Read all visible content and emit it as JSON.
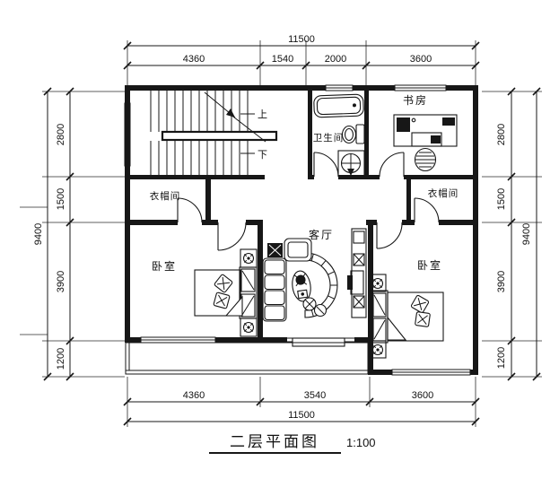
{
  "drawing": {
    "title": "二层平面图",
    "scale": "1:100"
  },
  "rooms": {
    "study": "书房",
    "bathroom": "卫生间",
    "cloakroom_left": "衣帽间",
    "cloakroom_right": "衣帽间",
    "living_room": "客厅",
    "bedroom_left": "卧室",
    "bedroom_right": "卧室"
  },
  "stairs": {
    "up_label": "上",
    "down_label": "下"
  },
  "dimensions": {
    "top": {
      "total": "11500",
      "segments": [
        "4360",
        "1540",
        "2000",
        "3600"
      ]
    },
    "bottom": {
      "total": "11500",
      "segments": [
        "4360",
        "3540",
        "3600"
      ]
    },
    "left": {
      "total": "9400",
      "segments": [
        "2800",
        "1500",
        "3900",
        "1200"
      ]
    },
    "right": {
      "total": "9400",
      "segments": [
        "2800",
        "1500",
        "3900",
        "1200"
      ]
    }
  },
  "colors": {
    "line": "#171717",
    "background": "#ffffff"
  }
}
